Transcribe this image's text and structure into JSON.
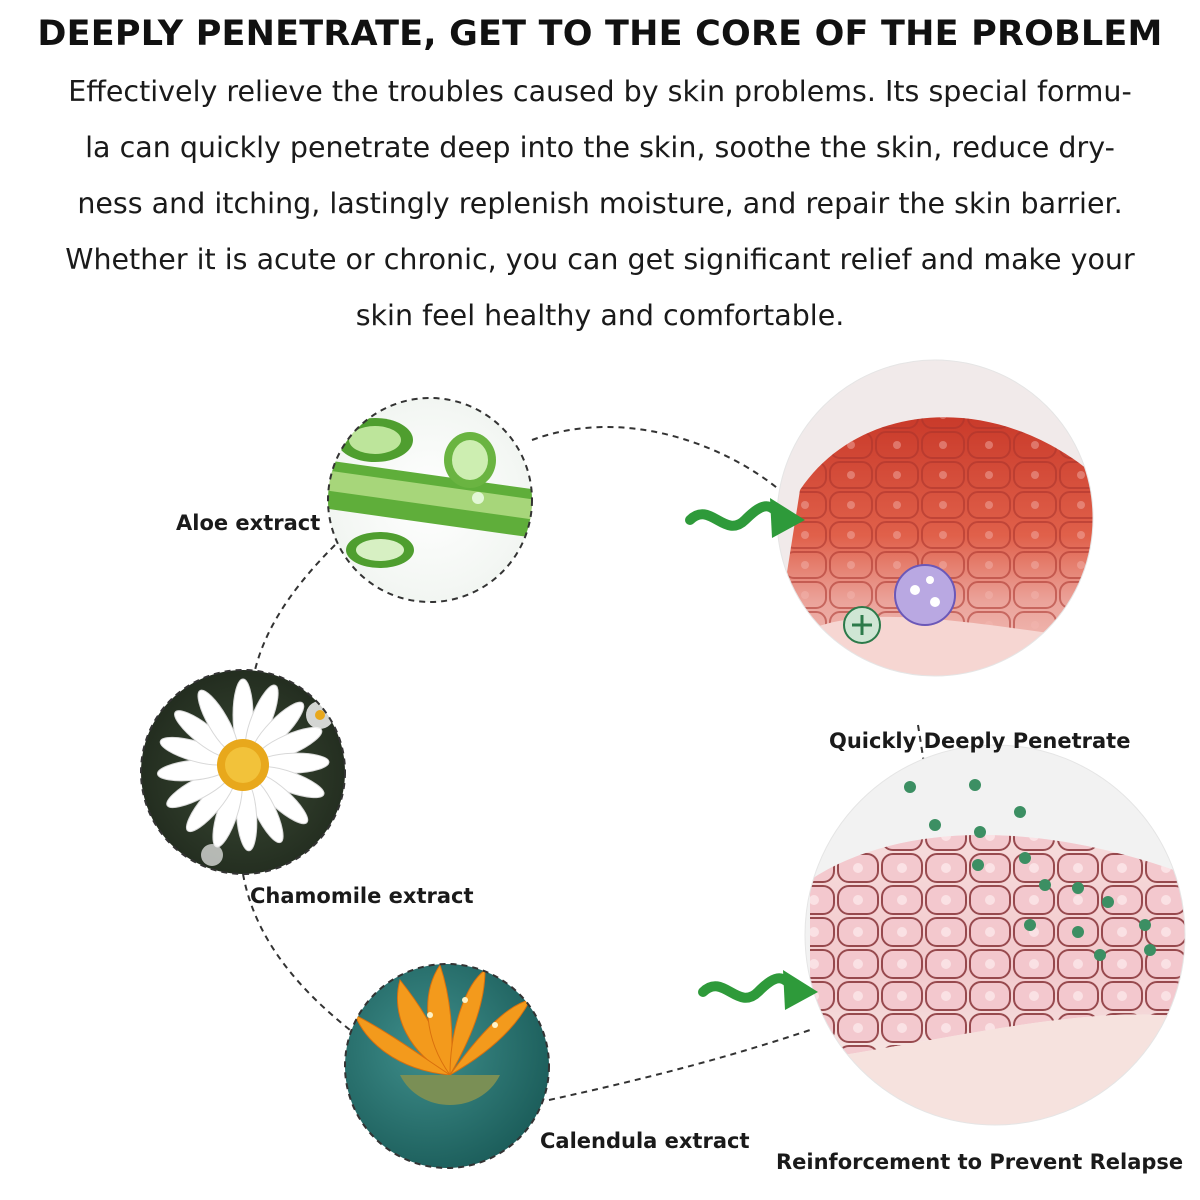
{
  "headline": "DEEPLY PENETRATE, GET TO THE CORE OF THE PROBLEM",
  "body_lines": [
    "Effectively relieve the troubles caused by skin problems. Its special formu-",
    "la can quickly penetrate deep into the skin, soothe the skin, reduce dry-",
    "ness and itching, lastingly replenish moisture, and repair the skin barrier.",
    "Whether it is acute or chronic, you can get significant relief and make your",
    "skin feel healthy and comfortable."
  ],
  "ingredients": {
    "aloe": "Aloe extract",
    "chamomile": "Chamomile extract",
    "calendula": "Calendula extract"
  },
  "stages": {
    "penetrate": "Quickly Deeply Penetrate",
    "reinforce": "Reinforcement to Prevent Relapse"
  },
  "colors": {
    "arrow": "#2e9a3a",
    "dashed_line": "#333333"
  }
}
